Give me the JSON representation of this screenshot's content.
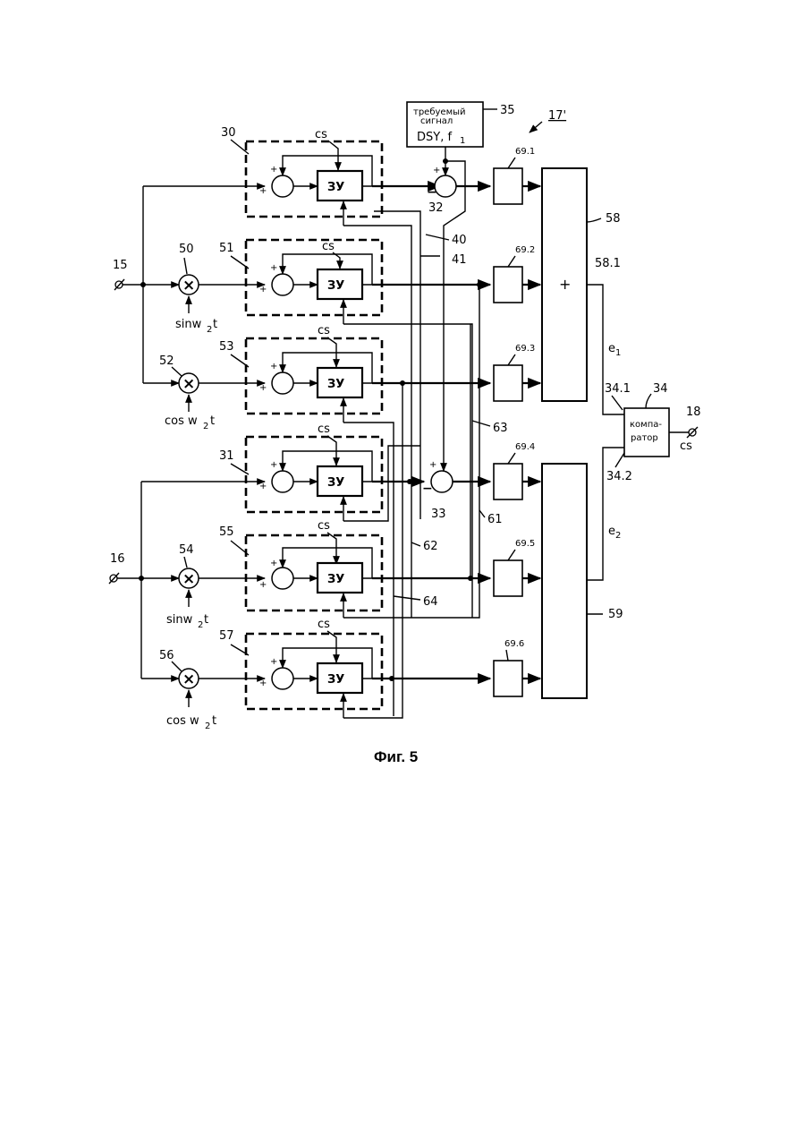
{
  "caption": "Фиг. 5",
  "figure_ref": "17'",
  "blocks": {
    "memory_label": "ЗУ",
    "control_label": "cs",
    "adder_sign": "+",
    "sign_plus": "+",
    "sign_minus": "−"
  },
  "desired_signal": {
    "line1": "требуемый",
    "line2": "сигнал",
    "line3": "DSY, f",
    "sub": "1",
    "ref": "35"
  },
  "comparator": {
    "line1": "компа-",
    "line2": "ратор",
    "ref": "34",
    "in1": "34.1",
    "in2": "34.2",
    "out_label": "cs"
  },
  "terminals": {
    "in_a": "15",
    "in_b": "16",
    "out": "18"
  },
  "modules": [
    {
      "ref": "30",
      "cs": "cs"
    },
    {
      "ref": "51",
      "cs": "cs"
    },
    {
      "ref": "53",
      "cs": "cs"
    },
    {
      "ref": "31",
      "cs": "cs"
    },
    {
      "ref": "55",
      "cs": "cs"
    },
    {
      "ref": "57",
      "cs": "cs"
    }
  ],
  "multipliers": [
    {
      "ref": "50",
      "label": "sinw",
      "sub": "2",
      "tail": "t"
    },
    {
      "ref": "52",
      "label": "cos w",
      "sub": "2",
      "tail": "t"
    },
    {
      "ref": "54",
      "label": "sinw",
      "sub": "2",
      "tail": "t"
    },
    {
      "ref": "56",
      "label": "cos w",
      "sub": "2",
      "tail": "t"
    }
  ],
  "subtractors": [
    "32",
    "33"
  ],
  "filters": [
    "69.1",
    "69.2",
    "69.3",
    "69.4",
    "69.5",
    "69.6"
  ],
  "summers": {
    "top": "58",
    "top_out": "58.1",
    "bottom": "59"
  },
  "errors": {
    "e1": "e",
    "e1_sub": "1",
    "e2": "e",
    "e2_sub": "2"
  },
  "feedback_lines": [
    "40",
    "41",
    "63",
    "61",
    "62",
    "64"
  ]
}
